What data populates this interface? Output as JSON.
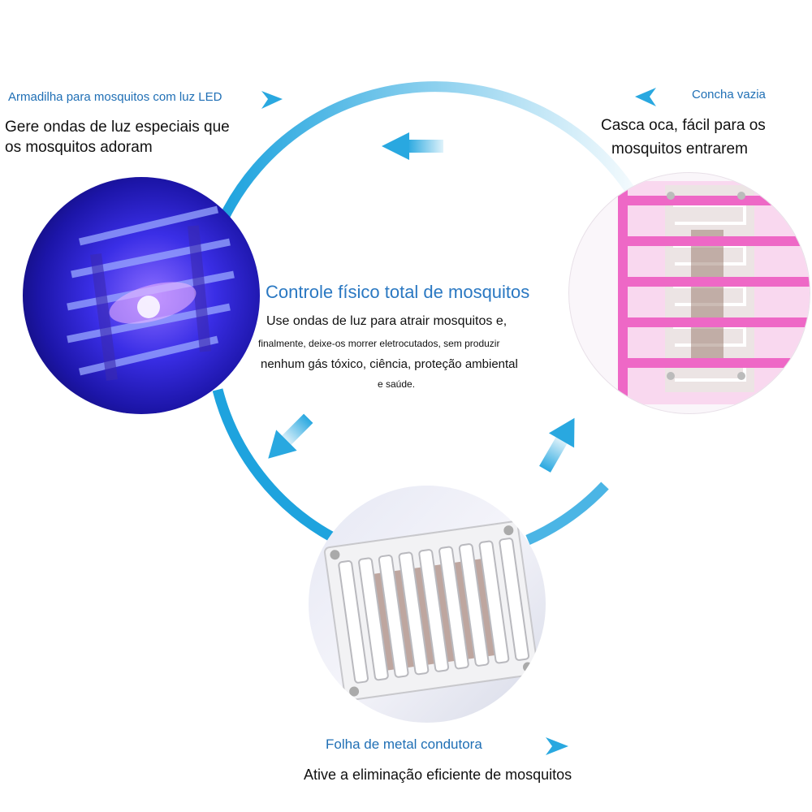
{
  "top_left": {
    "label": "Armadilha para mosquitos com luz LED",
    "heading_line1": "Gere ondas de luz especiais que",
    "heading_line2": "os mosquitos adoram"
  },
  "top_right": {
    "label": "Concha vazia",
    "heading_line1": "Casca oca, fácil para os",
    "heading_line2": "mosquitos entrarem"
  },
  "center": {
    "title": "Controle físico total de mosquitos",
    "line1": "Use ondas de luz para atrair mosquitos e,",
    "line2": "finalmente, deixe-os morrer eletrocutados, sem produzir",
    "line3": "nenhum gás tóxico, ciência, proteção ambiental",
    "line4": "e saúde."
  },
  "bottom": {
    "label": "Folha de metal condutora",
    "heading": "Ative a eliminação eficiente de mosquitos"
  },
  "colors": {
    "ring": "#1ea3de",
    "arrow": "#29a8e0",
    "label": "#1f6fb5",
    "pink": "#f070c8",
    "led_blue": "#2a1fd8"
  }
}
